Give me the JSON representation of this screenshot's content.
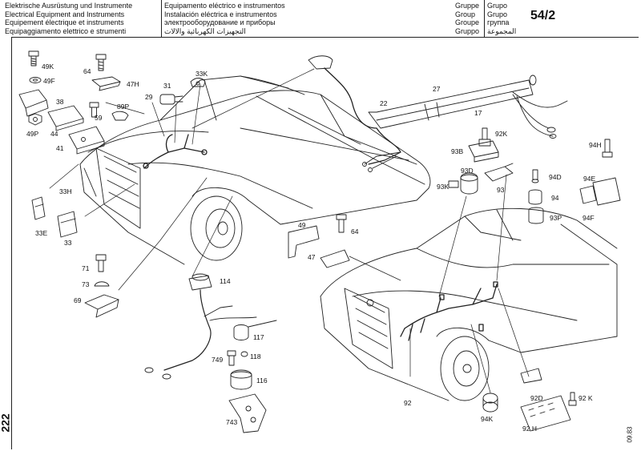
{
  "header": {
    "titles_left": [
      "Elektrische Ausrüstung und Instrumente",
      "Electrical Equipment and Instruments",
      "Equipement électrique et instruments",
      "Equipaggiamento elettrico e strumenti"
    ],
    "titles_right": [
      "Equipamento eléctrico e instrumentos",
      "Instalación eléctrica e instrumentos",
      "электрооборудование и приборы",
      "التجهيزات الكهربائية والالات"
    ],
    "group_words_left": [
      "Gruppe",
      "Group",
      "Groupe",
      "Gruppo"
    ],
    "group_words_right": [
      "Grupo",
      "Grupo",
      "группа",
      "المجموعة"
    ],
    "group_number": "54/2"
  },
  "page_number": "222",
  "date_code": "09.83",
  "part_labels": {
    "p49K": "49K",
    "p49F": "49F",
    "p64a": "64",
    "p47H": "47H",
    "p31": "31",
    "p33K": "33K",
    "p38": "38",
    "p29": "29",
    "p89P": "89P",
    "p59": "59",
    "p49P": "49P",
    "p44": "44",
    "p41": "41",
    "p33H": "33H",
    "p33E": "33E",
    "p33": "33",
    "p71": "71",
    "p73": "73",
    "p69": "69",
    "p22": "22",
    "p27": "27",
    "p17": "17",
    "p92K": "92K",
    "p93B": "93B",
    "p93D": "93D",
    "p93K": "93K",
    "p93": "93",
    "p94H": "94H",
    "p94E": "94E",
    "p94D": "94D",
    "p94": "94",
    "p93P": "93P",
    "p94F": "94F",
    "p49": "49",
    "p64b": "64",
    "p47": "47",
    "p114": "114",
    "p117": "117",
    "p749": "749",
    "p118": "118",
    "p116": "116",
    "p743": "743",
    "p92": "92",
    "p94K": "94K",
    "p92D": "92D",
    "p92K2": "92 K",
    "p92H": "92 H"
  }
}
